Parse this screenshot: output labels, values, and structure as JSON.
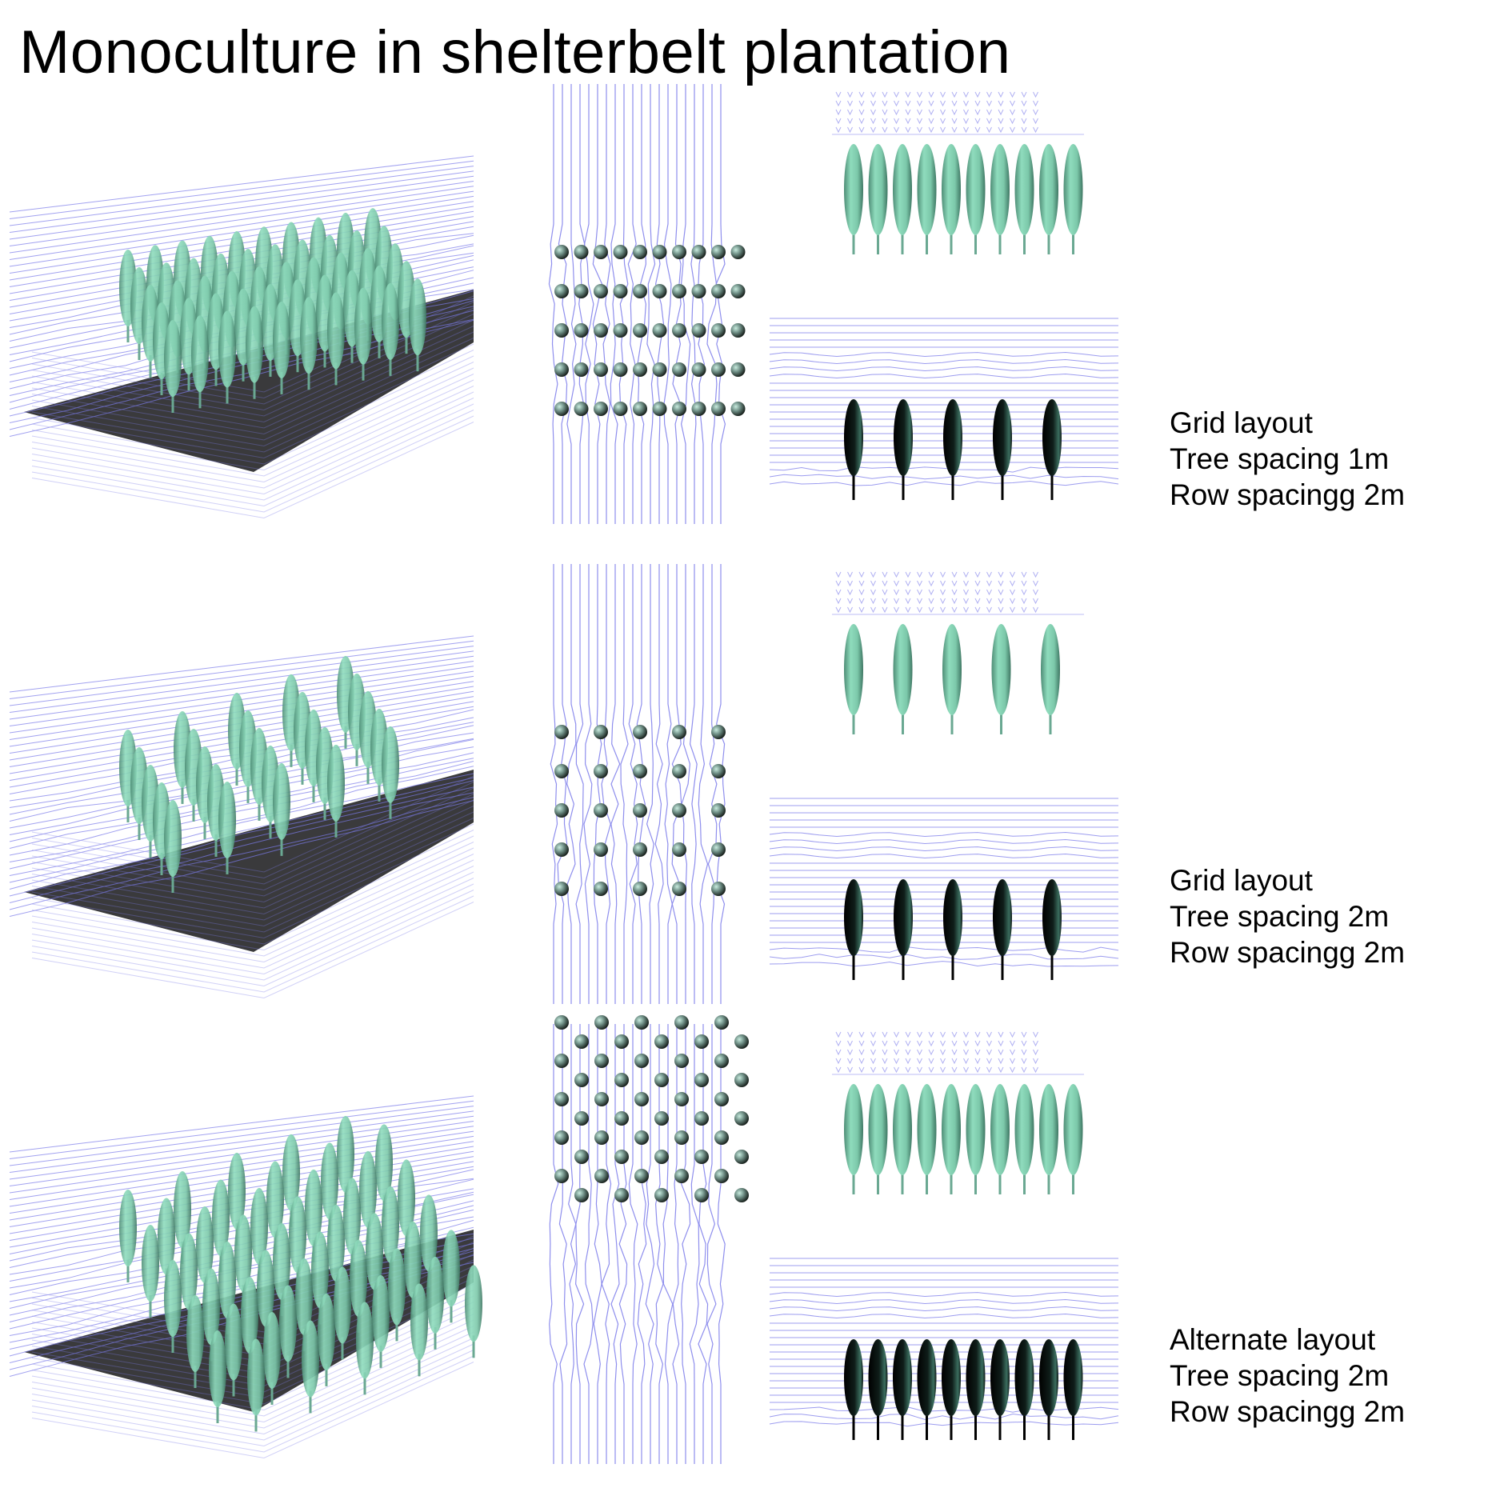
{
  "title": "Monoculture in shelterbelt plantation",
  "colors": {
    "streamline": "#7b7bea",
    "tree_canopy": "#7fcfaf",
    "tree_canopy_dark": "#4f8f78",
    "tree_side_silhouette": "#0b1512",
    "ground": "#3a3a3c"
  },
  "panels": [
    {
      "id": "grid-1m",
      "caption": {
        "layout": "Grid layout",
        "tree_spacing": "Tree spacing 1m",
        "row_spacing": "Row spacingg 2m"
      },
      "layout_type": "grid",
      "trees_per_row": 10,
      "rows": 5,
      "front_view_trees": 10,
      "side_view_trees": 5
    },
    {
      "id": "grid-2m",
      "caption": {
        "layout": "Grid layout",
        "tree_spacing": "Tree spacing 2m",
        "row_spacing": "Row spacingg 2m"
      },
      "layout_type": "grid",
      "trees_per_row": 5,
      "rows": 5,
      "front_view_trees": 5,
      "side_view_trees": 5
    },
    {
      "id": "alternate-2m",
      "caption": {
        "layout": "Alternate layout",
        "tree_spacing": "Tree spacing 2m",
        "row_spacing": "Row spacingg 2m"
      },
      "layout_type": "alternate",
      "trees_per_row": 5,
      "rows": 10,
      "front_view_trees": 10,
      "side_view_trees": 10
    }
  ]
}
